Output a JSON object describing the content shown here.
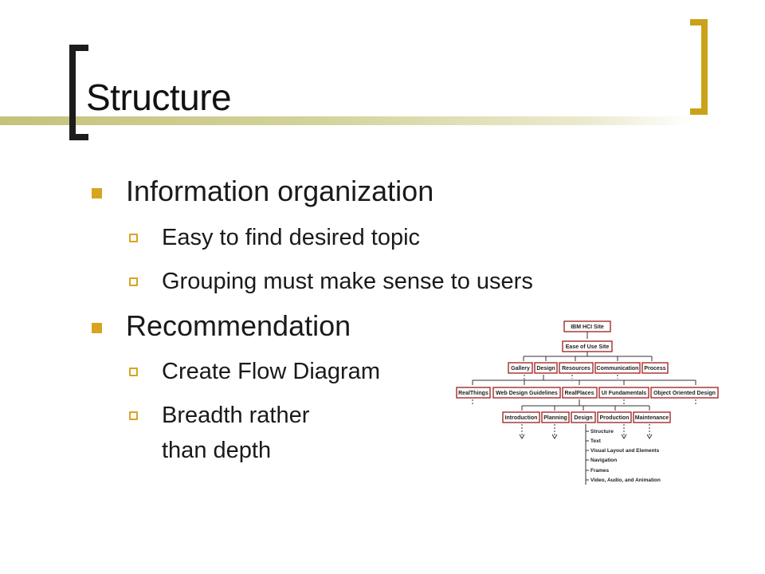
{
  "title": "Structure",
  "bullets": [
    {
      "label": "Information organization",
      "subs": [
        "Easy to find desired topic",
        "Grouping must make sense to users"
      ]
    },
    {
      "label": "Recommendation",
      "subs": [
        "Create Flow Diagram",
        "Breadth rather",
        "than depth"
      ]
    }
  ],
  "diagram": {
    "root": "IBM HCI Site",
    "level1": "Ease of Use Site",
    "level2": [
      "Gallery",
      "Design",
      "Resources",
      "Communication",
      "Process"
    ],
    "level3": [
      "RealThings",
      "Web Design Guidelines",
      "RealPlaces",
      "UI Fundamentals",
      "Object Oriented Design"
    ],
    "level4": [
      "Introduction",
      "Planning",
      "Design",
      "Production",
      "Maintenance"
    ],
    "level5": [
      "Structure",
      "Text",
      "Visual Layout and Elements",
      "Navigation",
      "Frames",
      "Video, Audio, and Animation"
    ]
  },
  "colors": {
    "accent": "#d6a41f",
    "bracket_dark": "#1c1c1c",
    "node_border": "#a52a2a"
  }
}
